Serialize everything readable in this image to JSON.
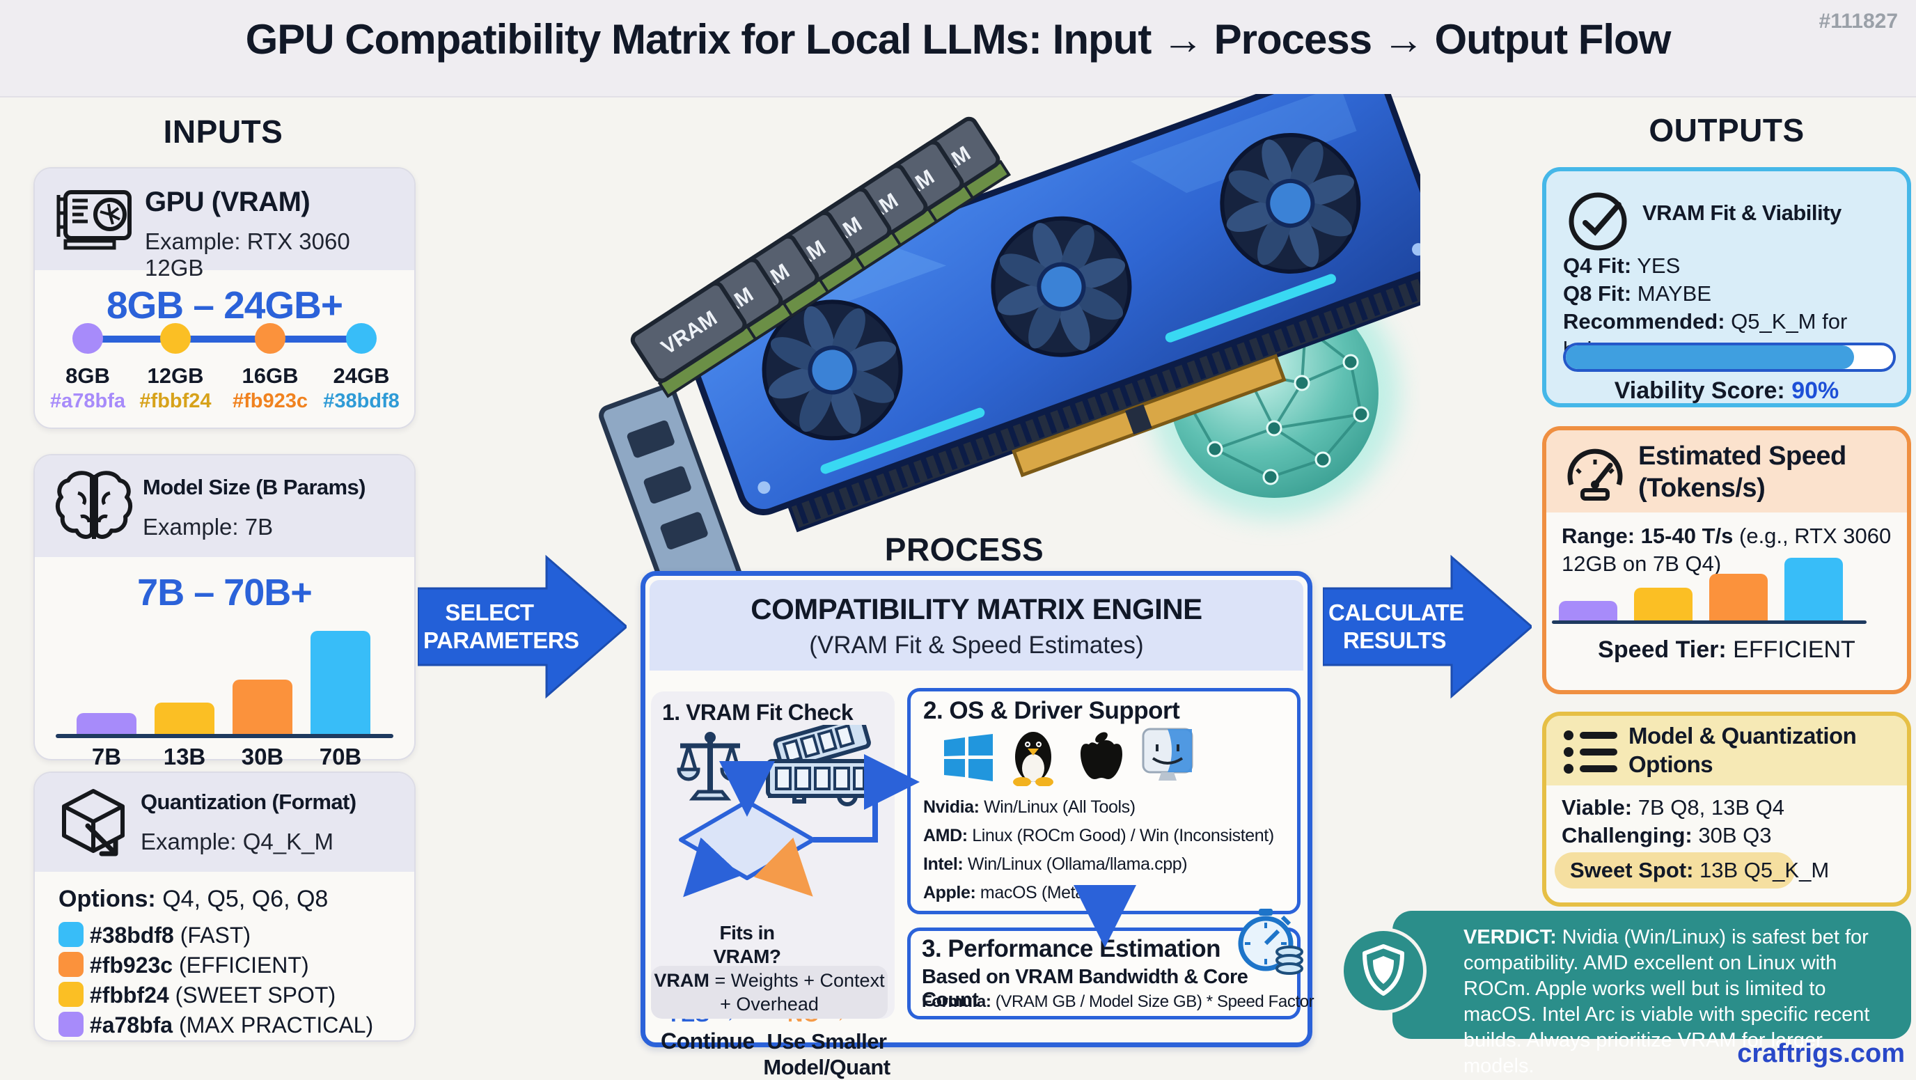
{
  "meta": {
    "title": "GPU Compatibility Matrix for Local LLMs: Input → Process → Output Flow",
    "badge": "#111827",
    "watermark": "craftrigs.com"
  },
  "colors": {
    "accent_blue": "#2b62d9",
    "purple": "#a78bfa",
    "yellow": "#fbbf24",
    "orange": "#fb923c",
    "sky": "#38bdf8",
    "teal": "#2b8e8a",
    "navy": "#1e3a5f"
  },
  "inputs": {
    "heading": "INPUTS",
    "gpu": {
      "title": "GPU (VRAM)",
      "example": "Example: RTX 3060 12GB",
      "range": "8GB – 24GB+",
      "stops": [
        {
          "label": "8GB",
          "hex": "#a78bfa"
        },
        {
          "label": "12GB",
          "hex": "#fbbf24"
        },
        {
          "label": "16GB",
          "hex": "#fb923c"
        },
        {
          "label": "24GB",
          "hex": "#38bdf8"
        }
      ]
    },
    "model": {
      "title": "Model Size (B Params)",
      "example": "Example: 7B",
      "range": "7B – 70B+",
      "bars": [
        {
          "label": "7B",
          "color": "#a78bfa",
          "rel_height": 30
        },
        {
          "label": "13B",
          "color": "#fbbf24",
          "rel_height": 45
        },
        {
          "label": "30B",
          "color": "#fb923c",
          "rel_height": 78
        },
        {
          "label": "70B",
          "color": "#38bdf8",
          "rel_height": 148
        }
      ]
    },
    "quant": {
      "title": "Quantization (Format)",
      "example": "Example: Q4_K_M",
      "options_label": "Options:",
      "options": "Q4, Q5, Q6, Q8",
      "legend": [
        {
          "hex": "#38bdf8",
          "label": "(FAST)"
        },
        {
          "hex": "#fb923c",
          "label": "(EFFICIENT)"
        },
        {
          "hex": "#fbbf24",
          "label": "(SWEET SPOT)"
        },
        {
          "hex": "#a78bfa",
          "label": "(MAX PRACTICAL)"
        }
      ]
    }
  },
  "process": {
    "heading": "PROCESS",
    "select_arrow": "SELECT PARAMETERS",
    "calculate_arrow": "CALCULATE RESULTS",
    "engine_title": "COMPATIBILITY MATRIX ENGINE",
    "engine_subtitle": "(VRAM Fit & Speed Estimates)",
    "step1": {
      "title": "1. VRAM Fit Check",
      "diamond_line1": "Fits in",
      "diamond_line2": "VRAM?",
      "yes_label": "YES →",
      "yes_text": "Continue",
      "no_label": "NO →",
      "no_text1": "Use Smaller",
      "no_text2": "Model/Quant",
      "note_bold": "VRAM",
      "note_rest": "= Weights + Context + Overhead"
    },
    "step2": {
      "title": "2. OS & Driver Support",
      "rows": [
        {
          "label": "Nvidia:",
          "text": "Win/Linux (All Tools)"
        },
        {
          "label": "AMD:",
          "text": "Linux (ROCm Good) / Win (Inconsistent)"
        },
        {
          "label": "Intel:",
          "text": "Win/Linux (Ollama/llama.cpp)"
        },
        {
          "label": "Apple:",
          "text": "macOS (Metal)"
        }
      ]
    },
    "step3": {
      "title": "3. Performance Estimation",
      "line1": "Based on VRAM Bandwidth & Core Count",
      "formula_label": "Formula:",
      "formula_text": "(VRAM GB / Model Size GB) * Speed Factor"
    }
  },
  "outputs": {
    "heading": "OUTPUTS",
    "viability": {
      "title": "VRAM Fit & Viability",
      "rows": [
        {
          "label": "Q4 Fit:",
          "value": "YES"
        },
        {
          "label": "Q8 Fit:",
          "value": "MAYBE"
        },
        {
          "label": "Recommended:",
          "value": "Q5_K_M for balance"
        }
      ],
      "progress_pct": 88,
      "score_label": "Viability Score:",
      "score_value": "90%"
    },
    "speed": {
      "title_line1": "Estimated Speed",
      "title_line2": "(Tokens/s)",
      "range_bold": "Range: 15-40 T/s",
      "range_rest": "(e.g., RTX 3060 12GB on 7B Q4)",
      "bars": [
        {
          "color": "#a78bfa",
          "rel_height": 28
        },
        {
          "color": "#fbbf24",
          "rel_height": 47
        },
        {
          "color": "#fb923c",
          "rel_height": 67
        },
        {
          "color": "#38bdf8",
          "rel_height": 90
        }
      ],
      "tier_label": "Speed Tier:",
      "tier_value": "EFFICIENT"
    },
    "options": {
      "title_line1": "Model & Quantization",
      "title_line2": "Options",
      "viable_label": "Viable:",
      "viable_text": "7B Q8, 13B Q4",
      "challenging_label": "Challenging:",
      "challenging_text": "30B Q3",
      "sweet_label": "Sweet Spot:",
      "sweet_text": "13B Q5_K_M"
    },
    "verdict": {
      "label": "VERDICT:",
      "text": "Nvidia (Win/Linux) is safest bet for compatibility. AMD excellent on Linux with ROCm. Apple works well but is limited to macOS. Intel Arc is viable with specific recent builds. Always prioritize VRAM for larger models."
    }
  },
  "illustration": {
    "vram_chip_label": "VRAM"
  }
}
